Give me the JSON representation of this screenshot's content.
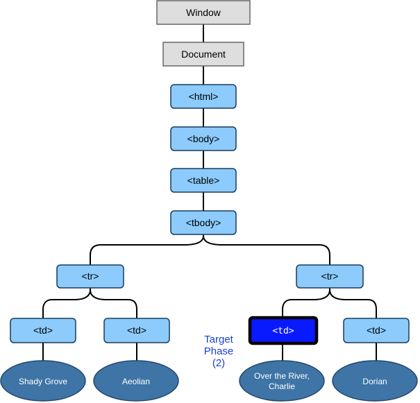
{
  "colors": {
    "gray_fill": "#dedede",
    "gray_stroke": "#666666",
    "element_fill": "#8ccbfc",
    "element_stroke": "#1a3a5a",
    "target_fill": "#0a1aff",
    "target_stroke": "#000000",
    "leaf_fill": "#3e74a6",
    "leaf_stroke": "#24466a",
    "phase_text": "#1a3ed8",
    "edge": "#000000"
  },
  "nodes": {
    "window": "Window",
    "document": "Document",
    "html": "<html>",
    "body": "<body>",
    "table": "<table>",
    "tbody": "<tbody>",
    "tr_left": "<tr>",
    "tr_right": "<tr>",
    "td_1": "<td>",
    "td_2": "<td>",
    "td_target": "<td>",
    "td_4": "<td>"
  },
  "leaves": {
    "leaf_1": "Shady Grove",
    "leaf_2": "Aeolian",
    "leaf_3_line1": "Over the River,",
    "leaf_3_line2": "Charlie",
    "leaf_4": "Dorian"
  },
  "phase_label": {
    "line1": "Target",
    "line2": "Phase",
    "line3": "(2)"
  }
}
